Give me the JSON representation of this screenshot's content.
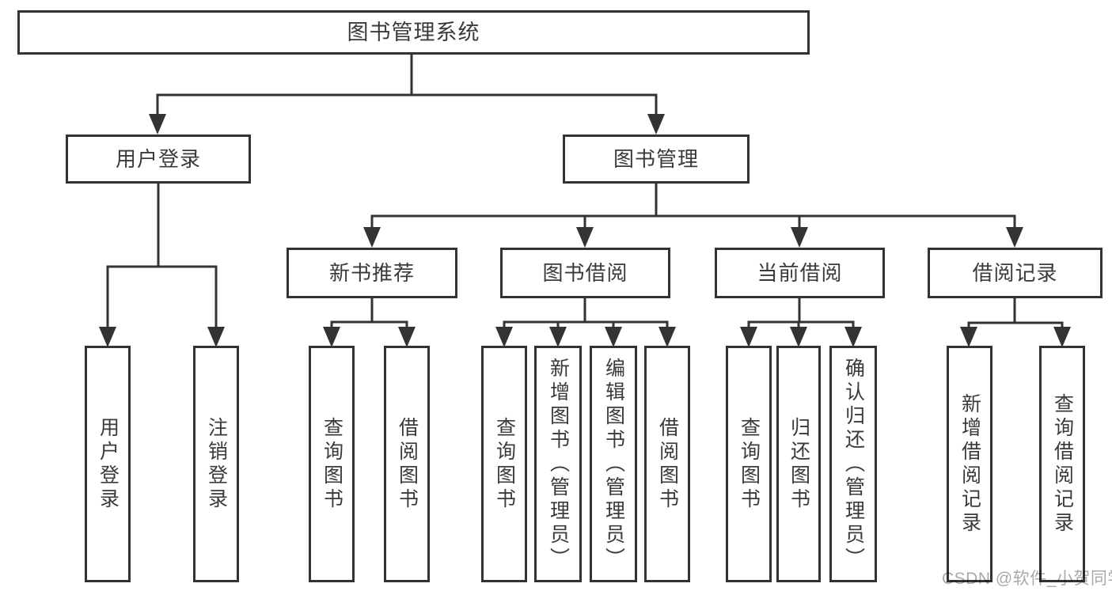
{
  "diagram": {
    "type": "hierarchy-tree",
    "tree": {
      "root": {
        "label": "图书管理系统"
      },
      "branches": [
        {
          "label": "用户登录",
          "children": [
            {
              "label": "用户登录"
            },
            {
              "label": "注销登录"
            }
          ]
        },
        {
          "label": "图书管理",
          "children": [
            {
              "label": "新书推荐",
              "children": [
                {
                  "label": "查询图书"
                },
                {
                  "label": "借阅图书"
                }
              ]
            },
            {
              "label": "图书借阅",
              "children": [
                {
                  "label": "查询图书"
                },
                {
                  "label": "新增图书（管理员）"
                },
                {
                  "label": "编辑图书（管理员）"
                },
                {
                  "label": "借阅图书"
                }
              ]
            },
            {
              "label": "当前借阅",
              "children": [
                {
                  "label": "查询图书"
                },
                {
                  "label": "归还图书"
                },
                {
                  "label": "确认归还（管理员）"
                }
              ]
            },
            {
              "label": "借阅记录",
              "children": [
                {
                  "label": "新增借阅记录"
                },
                {
                  "label": "查询借阅记录"
                }
              ]
            }
          ]
        }
      ]
    }
  },
  "watermark": {
    "text": "CSDN @软件_小贺同学",
    "color": "#a9a9a9"
  },
  "colors": {
    "line": "#333333",
    "box_border": "#333333",
    "box_background": "#ffffff",
    "text": "#3a3a3a",
    "page_background": "#ffffff"
  }
}
